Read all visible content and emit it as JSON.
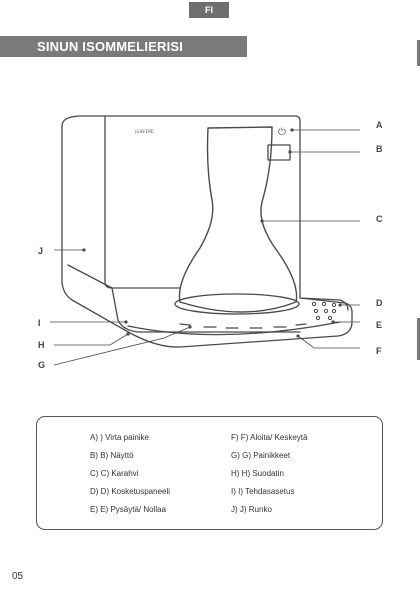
{
  "header": {
    "lang_tab": "FI",
    "title": "SINUN ISOMMELIERISI"
  },
  "diagram": {
    "brand": "iSAVINE",
    "power_glyph": "⏻",
    "callouts": [
      "A",
      "B",
      "C",
      "D",
      "E",
      "F",
      "G",
      "H",
      "I",
      "J"
    ]
  },
  "legend": {
    "left": [
      "A) ) Virta painike",
      "B) B) Näyttö",
      "C) C) Karahvi",
      "D) D) Kosketuspaneeli",
      "E) E) Pysäytä/ Nollaa"
    ],
    "right": [
      "F) F) Aloita/ Keskeytä",
      "G) G) Painikkeet",
      "H) H) Suodatin",
      "I) I) Tehdasasetus",
      "J) J) Runko"
    ]
  },
  "footer": {
    "page_number": "05"
  }
}
